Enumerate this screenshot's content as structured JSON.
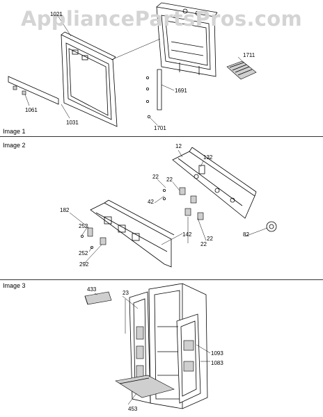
{
  "watermark": "AppliancePartsPros.com",
  "sections": [
    {
      "label": "Image 1",
      "callouts": [
        "1021",
        "1711",
        "1691",
        "1061",
        "1031",
        "1701"
      ]
    },
    {
      "label": "Image 2",
      "callouts": [
        "12",
        "132",
        "22",
        "22",
        "42",
        "182",
        "252",
        "142",
        "252",
        "292",
        "22",
        "22",
        "82"
      ]
    },
    {
      "label": "Image 3",
      "callouts": [
        "433",
        "23",
        "1093",
        "1083",
        "453"
      ]
    }
  ]
}
